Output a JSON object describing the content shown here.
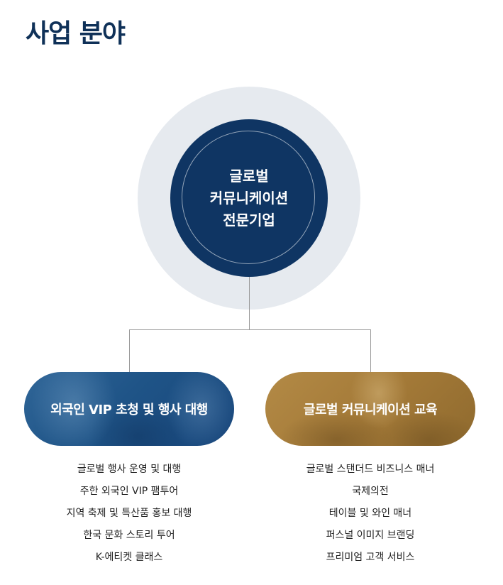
{
  "title": "사업 분야",
  "center": {
    "lines": [
      "글로벌",
      "커뮤니케이션",
      "전문기업"
    ]
  },
  "branches": [
    {
      "label": "외국인 VIP 초청 및 행사 대행",
      "color": "#1f5487",
      "items": [
        "글로벌 행사 운영 및 대행",
        "주한 외국인 VIP 팸투어",
        "지역 축제 및 특산품 홍보 대행",
        "한국 문화 스토리 투어",
        "K-에티켓 클래스"
      ]
    },
    {
      "label": "글로벌 커뮤니케이션 교육",
      "color": "#a47a38",
      "items": [
        "글로벌 스탠더드 비즈니스 매너",
        "국제의전",
        "테이블 및 와인 매너",
        "퍼스널 이미지 브랜딩",
        "프리미엄 고객 서비스"
      ]
    }
  ],
  "colors": {
    "title": "#0f3158",
    "center_fill": "#0f3563",
    "outer_ring": "#e6eaef",
    "connector": "#999999"
  }
}
